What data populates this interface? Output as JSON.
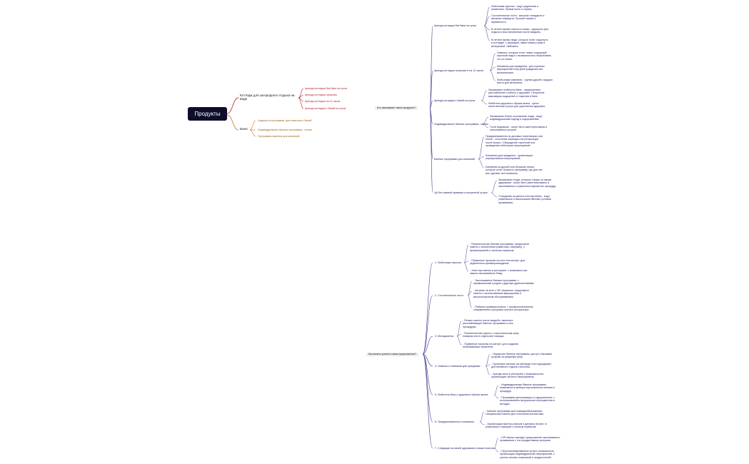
{
  "root": {
    "label": "Продукты"
  },
  "left": {
    "branch_cottage": {
      "label": "Коттедж для загородного отдыха на виде",
      "items": [
        "Аренда коттеджа без бани на сутки",
        "Аренда коттеджа почасово",
        "Аренда коттеджа на 12 часов",
        "Аренда коттеджа с баней на сутки"
      ]
    },
    "branch_banya": {
      "label": "Баня",
      "items": [
        "Хедонистк программы, для новичков с баней",
        "Индивидуальные банные программы - полны",
        "Программы парения для компаний"
      ]
    }
  },
  "q1": {
    "label": "Кто заказывает наши продукты?",
    "categories": [
      {
        "label": "Аренда коттеджа без бани на сутки",
        "notes": [
          "Любознаки парочки - ищут уединения и романтики. Приватность и сервис.",
          "Состоятельные гости - высокие стандарты и желание комфорта. Лучший сервис и приватность.",
          "В летнее время гомосы и семьи - идеально для отдыха и восстановления после свадьбы.",
          "В летнее время люди, которые хотят отдохнуть в коттедже, с верандой, завистными у реки и вечеринкой. Любовать."
        ]
      },
      {
        "label": "Аренда коттеджа почасово и на 12 часов",
        "notes": [
          "Новички, которые хотят новых ощущений - короткий отдых с возможностью попробовать что-то новое.",
          "Компании для праздника - для коротких мероприятий типа дней рождения или мальчишника.",
          "Любознаки компании - группы друзей, ищущих место для вечеринок."
        ]
      },
      {
        "label": "Аренда коттеджа с баней на сутки",
        "notes": [
          "Заказывают любители бани - предпочитают расслабление и заботу о здоровье. Получение максимума ощущений от парения в бане.",
          "Любители здорового образа жизни - ценят качественные услуги для укрепления здоровья."
        ]
      },
      {
        "label": "Индивидуальные банные программы - полны",
        "notes": [
          "Заказывают более осознанные люди - ищут индивидуальный подход и оздоровление.",
          "Гости ведомные - могут быть заинтересованы в эксклюзивных услугах."
        ]
      },
      {
        "label": "Банные программы для компаний",
        "notes": [
          "Предприниматели на деловых переговорах или после - сплочение команды или релаксация после встреч. Обсуждение стратегий или проведения небольших мероприятий.",
          "Компании для праздника - организация корпоративных мероприятий.",
          "Компании из друзей или большие семьи, которые хотят получить программу, где для них все сделают, все включено."
        ]
      },
      {
        "label": "ЦА без прямой привязки к конкретной услуге",
        "notes": [
          "Заказывают люди, которые следят за своим здоровьем - могут быть заинтересованы в эксклюзивных и различных вариантах процедур.",
          "Сотрудники за деньги или партнеры - ищут уникальные и высококачественные условия проживания."
        ]
      }
    ]
  },
  "q2": {
    "label": "Как можно усилить наши предложения?",
    "categories": [
      {
        "label": "1. Любознаки парочки:",
        "notes": [
          "- Романтические банные программы: предложите пакеты с элементами романтики, например, с ароматерапией и частным сервисом.",
          "- Приватные прогулки на коте или катере: для уединенного времяпровождения.",
          "- Ужин при свечах в ресторане: с возможностью заказа эксклюзивных блюд."
        ]
      },
      {
        "label": "2. Состоятельные гости:",
        "notes": [
          "- Эксклюзивные банные программы: с премиальными уходом и другими удовольствиями.",
          "- Катание на кате с VIP-сервисом: предложите пакеты с эксклюзивными маршрутами и высококлассным обслуживанием.",
          "- Рыбалка премиум-класса: с профессиональным снаряжением и услугами личного инструктора."
        ]
      },
      {
        "label": "3. Молодожены:",
        "notes": [
          "- Релакс-пакеты после свадьбы: включите расслабляющие банные программы и спа-процедуры.",
          "- Романтические ужины: с персональным шеф-поваром или в отдельной локации.",
          "- Приватные прогулки на катере: для создания незабываемых моментов."
        ]
      },
      {
        "label": "4. Новички и компании для праздника:",
        "notes": [
          "- Недорогие банные программы: доступ к базовым услугам за разумную цену.",
          "- Групповое катание на сапборде или подходящее для активного отдыха и веселья.",
          "- Аренда зоны в ресторане с возможностью организации частного мероприятия."
        ]
      },
      {
        "label": "5. Любители бань и здорового образа жизни:",
        "notes": [
          "- Индивидуальные банные программы: возможность выбора персонального веника и процедур.",
          "- Программы детоксикации и оздоровления: с использованием натуральных ингредиентов и методик."
        ]
      },
      {
        "label": "6. Предприниматели и компании:",
        "notes": [
          "- Банные программы для командообразования: специальные пакеты для сплочения коллектива.",
          "- Организация мастер-классов и деловых встреч: в уникальных локациях с полным сервисом."
        ]
      },
      {
        "label": "7. Следящие за своей здоровьем и ваши хлопоты:",
        "notes": [
          "- VIP-пакеты аренды: предложение эксклюзивного проживания с топ-продуктовыми услугами.",
          "- Персонализированные услуги: возможность организации индивидуальных мероприятий, с учетом личных пожеланий и предпочтений."
        ]
      }
    ]
  },
  "colors": {
    "root_bg": "#0e0e2a",
    "line": "#3a3a8c",
    "red": "#c23030",
    "orange": "#d08030"
  }
}
